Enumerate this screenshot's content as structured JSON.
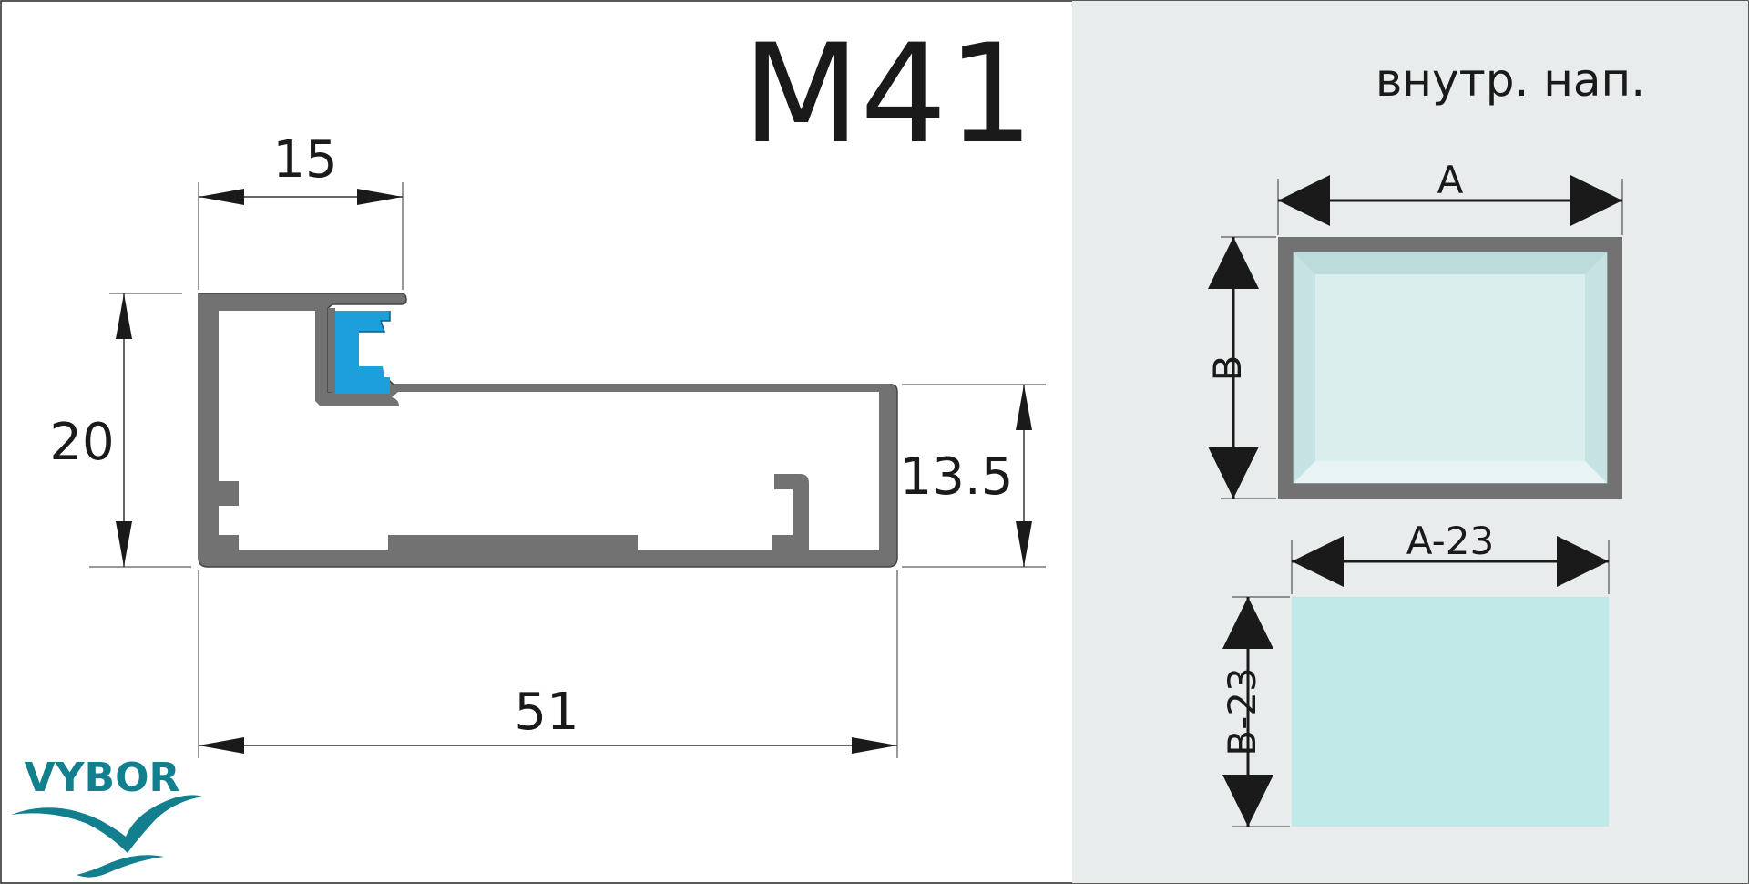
{
  "title": "M41",
  "profile": {
    "dimensions": {
      "top_width": "15",
      "height_left": "20",
      "height_right": "13.5",
      "total_width": "51"
    }
  },
  "glass": {
    "caption": "внутр. нап.",
    "frame": {
      "width_label": "A",
      "height_label": "B"
    },
    "pane": {
      "width_label": "A-23",
      "height_label": "B-23"
    }
  },
  "logo": {
    "text": "VYBOR"
  },
  "colors": {
    "right_panel_bg": "#e8ecec",
    "profile_fill": "#727272",
    "seal_blue": "#1d9fdb",
    "glass_fill": "#d4eaea",
    "glass_pane": "#c0e8e6",
    "logo_teal": "#127f8e"
  }
}
